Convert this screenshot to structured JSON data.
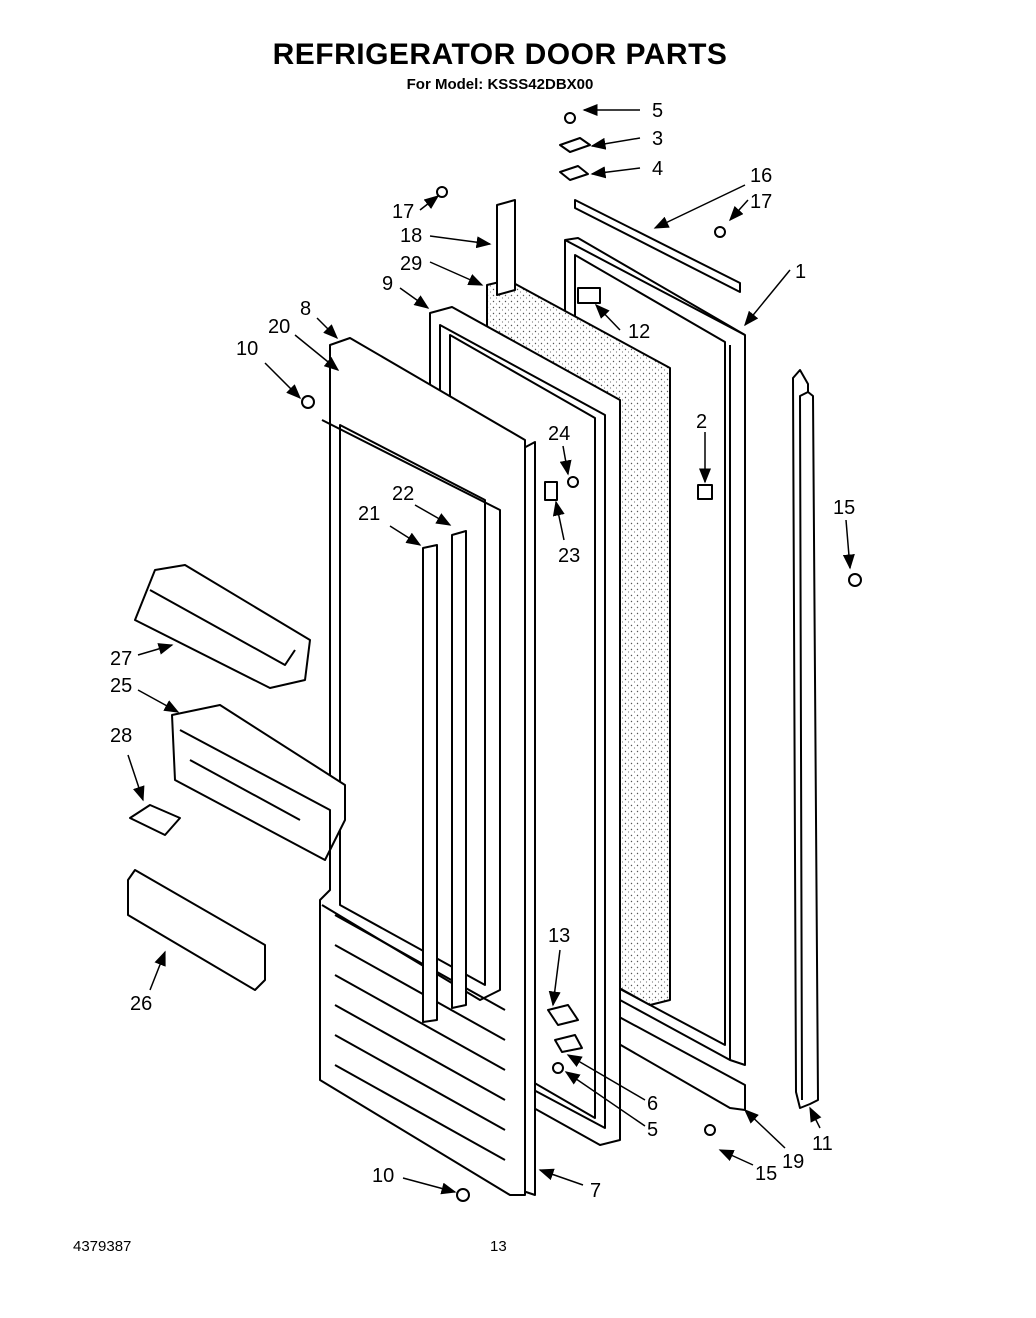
{
  "title": "REFRIGERATOR DOOR PARTS",
  "subtitle": "For Model: KSSS42DBX00",
  "footer": {
    "doc_number": "4379387",
    "page_number": "13"
  },
  "callouts": [
    {
      "id": "c5a",
      "text": "5"
    },
    {
      "id": "c3",
      "text": "3"
    },
    {
      "id": "c4",
      "text": "4"
    },
    {
      "id": "c16",
      "text": "16"
    },
    {
      "id": "c17a",
      "text": "17"
    },
    {
      "id": "c17b",
      "text": "17"
    },
    {
      "id": "c18",
      "text": "18"
    },
    {
      "id": "c1",
      "text": "1"
    },
    {
      "id": "c29",
      "text": "29"
    },
    {
      "id": "c9",
      "text": "9"
    },
    {
      "id": "c8",
      "text": "8"
    },
    {
      "id": "c12",
      "text": "12"
    },
    {
      "id": "c20",
      "text": "20"
    },
    {
      "id": "c10a",
      "text": "10"
    },
    {
      "id": "c24",
      "text": "24"
    },
    {
      "id": "c2",
      "text": "2"
    },
    {
      "id": "c22",
      "text": "22"
    },
    {
      "id": "c15a",
      "text": "15"
    },
    {
      "id": "c21",
      "text": "21"
    },
    {
      "id": "c23",
      "text": "23"
    },
    {
      "id": "c27",
      "text": "27"
    },
    {
      "id": "c25",
      "text": "25"
    },
    {
      "id": "c28",
      "text": "28"
    },
    {
      "id": "c26",
      "text": "26"
    },
    {
      "id": "c13",
      "text": "13"
    },
    {
      "id": "c6",
      "text": "6"
    },
    {
      "id": "c5b",
      "text": "5"
    },
    {
      "id": "c11",
      "text": "11"
    },
    {
      "id": "c19",
      "text": "19"
    },
    {
      "id": "c15b",
      "text": "15"
    },
    {
      "id": "c10b",
      "text": "10"
    },
    {
      "id": "c7",
      "text": "7"
    }
  ]
}
